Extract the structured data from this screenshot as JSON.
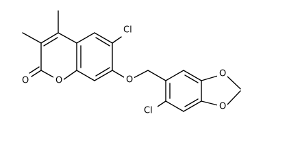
{
  "structure": {
    "atoms": {
      "cl_coumarin": "Cl",
      "o_carbonyl": "O",
      "o_ring_coumarin": "O",
      "o_ether": "O",
      "cl_benzyl": "Cl",
      "o_dioxole_top": "O",
      "o_dioxole_bottom": "O"
    }
  },
  "colors": {
    "bond": "#000000",
    "label": "#000000",
    "background": "#ffffff"
  }
}
